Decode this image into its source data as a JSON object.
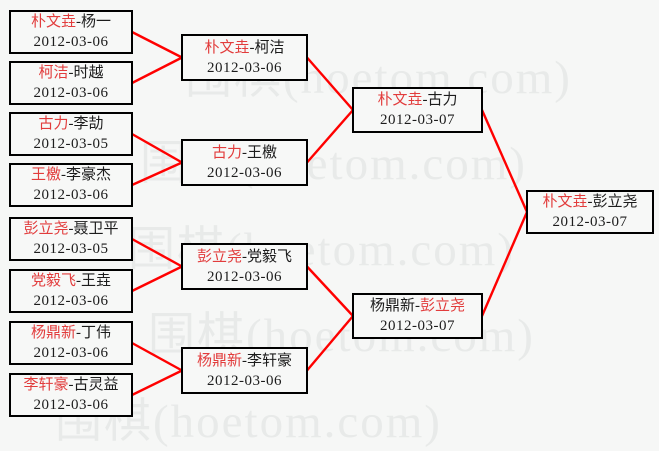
{
  "watermark": {
    "text": "围棋(hoetom.com)",
    "color": "#e8eae9"
  },
  "colors": {
    "connector_line": "#ff0000",
    "winner_name": "#e23c3c",
    "normal_text": "#1c1c1c",
    "box_border": "#000000",
    "background": "#f6f7f6"
  },
  "bracket": {
    "separator": "-",
    "round1": [
      {
        "p1": {
          "name": "朴文垚",
          "role": "winner"
        },
        "p2": {
          "name": "杨一",
          "role": "loser"
        },
        "date": "2012-03-06"
      },
      {
        "p1": {
          "name": "柯洁",
          "role": "winner"
        },
        "p2": {
          "name": "时越",
          "role": "loser"
        },
        "date": "2012-03-06"
      },
      {
        "p1": {
          "name": "古力",
          "role": "winner"
        },
        "p2": {
          "name": "李劼",
          "role": "loser"
        },
        "date": "2012-03-05"
      },
      {
        "p1": {
          "name": "王檄",
          "role": "winner"
        },
        "p2": {
          "name": "李豪杰",
          "role": "loser"
        },
        "date": "2012-03-06"
      },
      {
        "p1": {
          "name": "彭立尧",
          "role": "winner"
        },
        "p2": {
          "name": "聂卫平",
          "role": "loser"
        },
        "date": "2012-03-05"
      },
      {
        "p1": {
          "name": "党毅飞",
          "role": "winner"
        },
        "p2": {
          "name": "王垚",
          "role": "loser"
        },
        "date": "2012-03-06"
      },
      {
        "p1": {
          "name": "杨鼎新",
          "role": "winner"
        },
        "p2": {
          "name": "丁伟",
          "role": "loser"
        },
        "date": "2012-03-06"
      },
      {
        "p1": {
          "name": "李轩豪",
          "role": "winner"
        },
        "p2": {
          "name": "古灵益",
          "role": "loser"
        },
        "date": "2012-03-06"
      }
    ],
    "round2": [
      {
        "p1": {
          "name": "朴文垚",
          "role": "winner"
        },
        "p2": {
          "name": "柯洁",
          "role": "loser"
        },
        "date": "2012-03-06"
      },
      {
        "p1": {
          "name": "古力",
          "role": "winner"
        },
        "p2": {
          "name": "王檄",
          "role": "loser"
        },
        "date": "2012-03-06"
      },
      {
        "p1": {
          "name": "彭立尧",
          "role": "winner"
        },
        "p2": {
          "name": "党毅飞",
          "role": "loser"
        },
        "date": "2012-03-06"
      },
      {
        "p1": {
          "name": "杨鼎新",
          "role": "winner"
        },
        "p2": {
          "name": "李轩豪",
          "role": "loser"
        },
        "date": "2012-03-06"
      }
    ],
    "semifinals": [
      {
        "p1": {
          "name": "朴文垚",
          "role": "winner"
        },
        "p2": {
          "name": "古力",
          "role": "loser"
        },
        "date": "2012-03-07"
      },
      {
        "p1": {
          "name": "杨鼎新",
          "role": "loser"
        },
        "p2": {
          "name": "彭立尧",
          "role": "winner"
        },
        "date": "2012-03-07"
      }
    ],
    "final": [
      {
        "p1": {
          "name": "朴文垚",
          "role": "winner"
        },
        "p2": {
          "name": "彭立尧",
          "role": "loser"
        },
        "date": "2012-03-07"
      }
    ]
  }
}
